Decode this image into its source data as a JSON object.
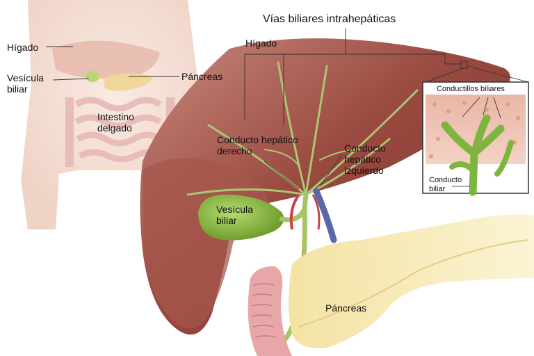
{
  "title": "Vías biliares intrahepáticas",
  "labels": {
    "figure_liver": "Hígado",
    "figure_gallbladder": "Vesícula\nbiliar",
    "figure_pancreas": "Páncreas",
    "figure_small_intestine": "Intestino\ndelgado",
    "main_liver": "Hígado",
    "right_hepatic_duct": "Conducto hepático\nderecho",
    "left_hepatic_duct": "Conducto\nhepático\nizquierdo",
    "main_gallbladder": "Vesícula\nbiliar",
    "main_pancreas": "Páncreas"
  },
  "inset": {
    "bile_ductules": "Conductillos biliares",
    "bile_duct": "Conducto\nbiliar"
  },
  "colors": {
    "liver": "#9c4a40",
    "gallbladder": "#8fc24a",
    "duct": "#a7c96a",
    "pancreas": "#f1e2a6",
    "intestine": "#e8a1a3",
    "skin": "#f4dcd0"
  }
}
